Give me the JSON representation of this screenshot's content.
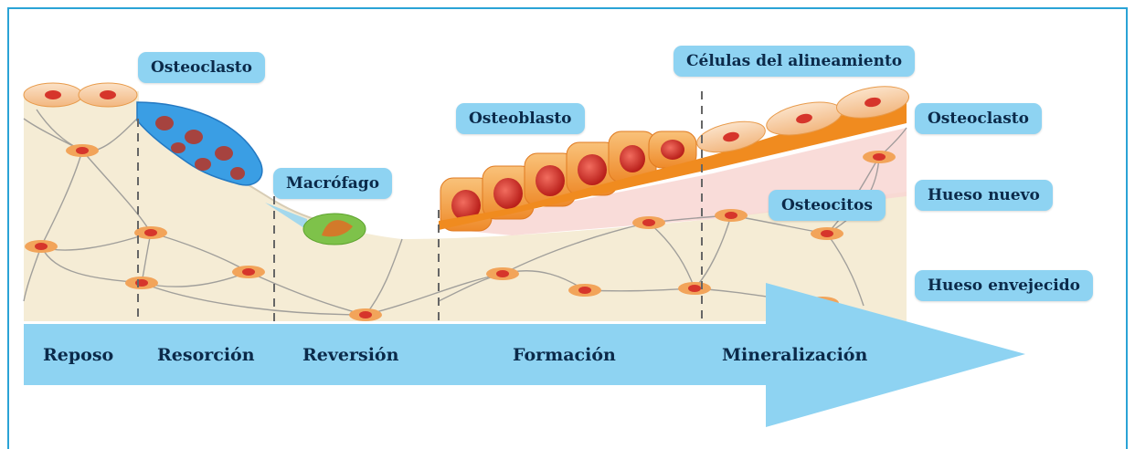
{
  "labels": {
    "osteoclasto_left": "Osteoclasto",
    "celulas_alineamiento": "Células del alineamiento",
    "osteoblasto": "Osteoblasto",
    "osteoclasto_right": "Osteoclasto",
    "macrofago": "Macrófago",
    "hueso_nuevo": "Hueso nuevo",
    "osteocitos": "Osteocitos",
    "hueso_envejecido": "Hueso envejecido"
  },
  "phases": [
    "Reposo",
    "Resorción",
    "Reversión",
    "Formación",
    "Mineralización"
  ],
  "colors": {
    "frame": "#2aa3d6",
    "label_bg": "#8ed3f2",
    "label_text": "#0b2a4a",
    "bone": "#f5ecd5",
    "new_bone": "#f8d6d2",
    "osteoblast": "#f5a94a",
    "nucleus": "#d6352b",
    "osteoclast": "#3a9ee4",
    "macrophage": "#7ec24a",
    "arrow": "#8ed3f2"
  }
}
